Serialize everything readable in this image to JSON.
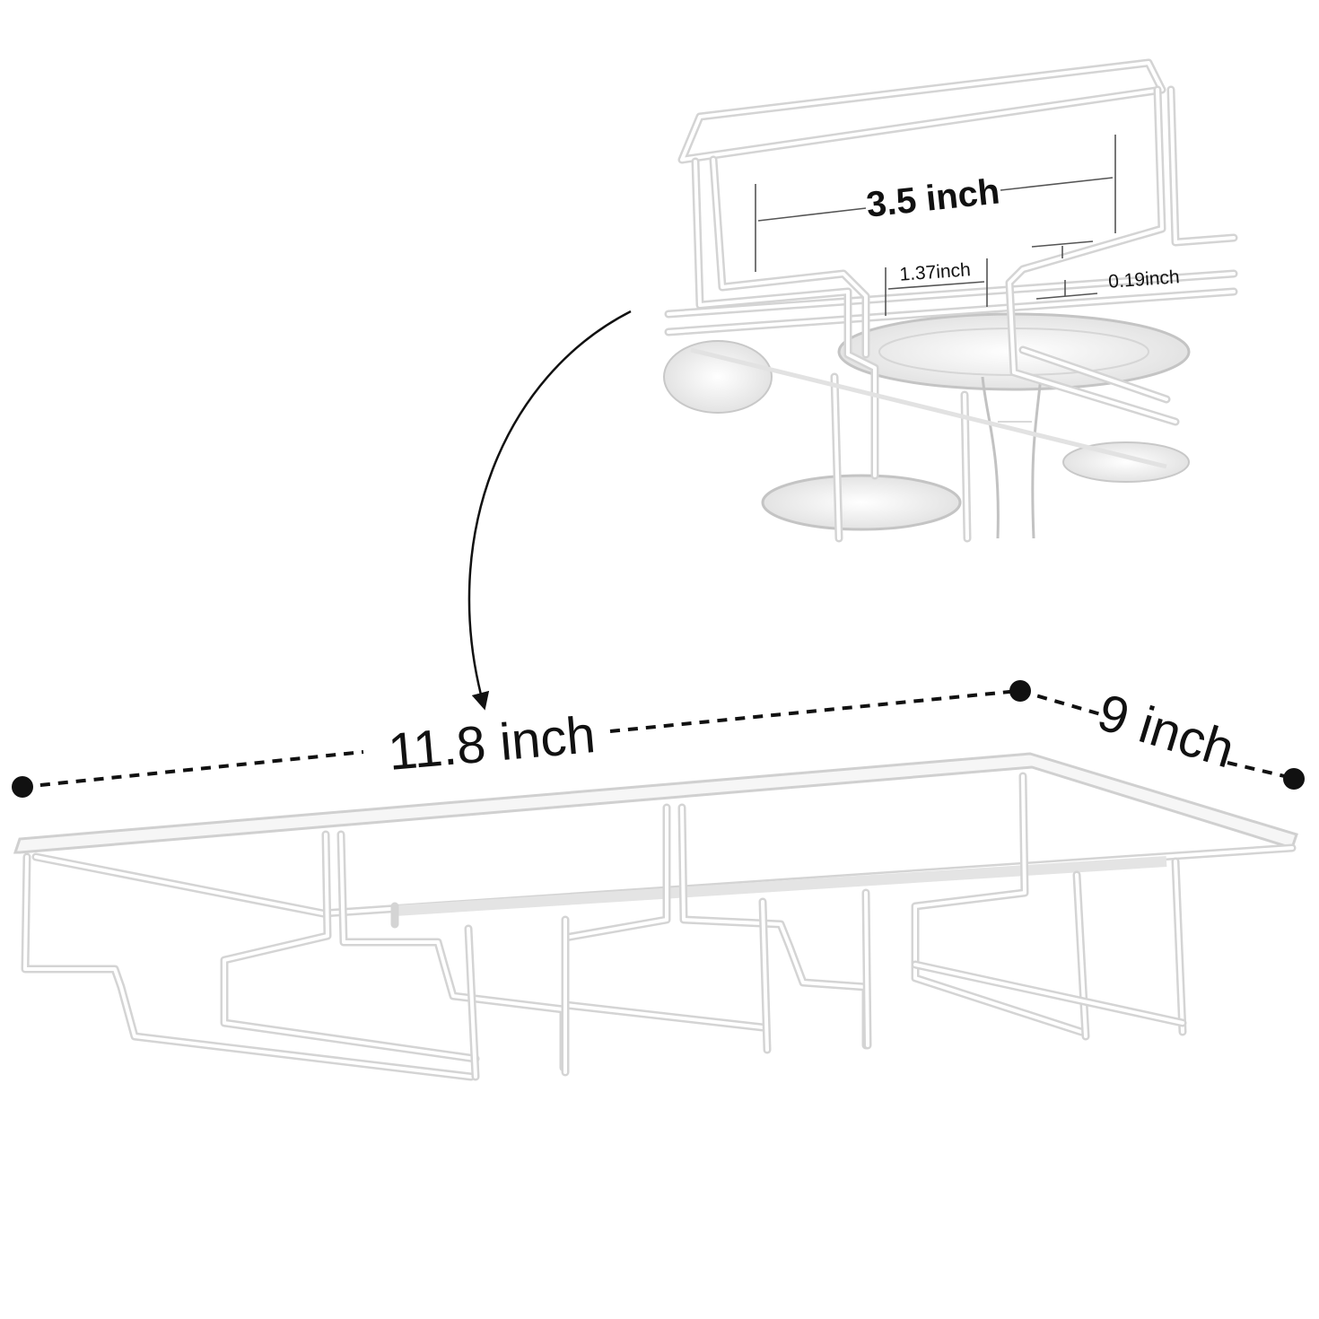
{
  "dimensions": {
    "length": "11.8 inch",
    "depth": "9 inch",
    "slot_width": "3.5 inch",
    "slot_gap": "1.37inch",
    "wire_thickness": "0.19inch"
  },
  "colors": {
    "wire": "#d4d4d4",
    "dimension_line": "#111111"
  }
}
